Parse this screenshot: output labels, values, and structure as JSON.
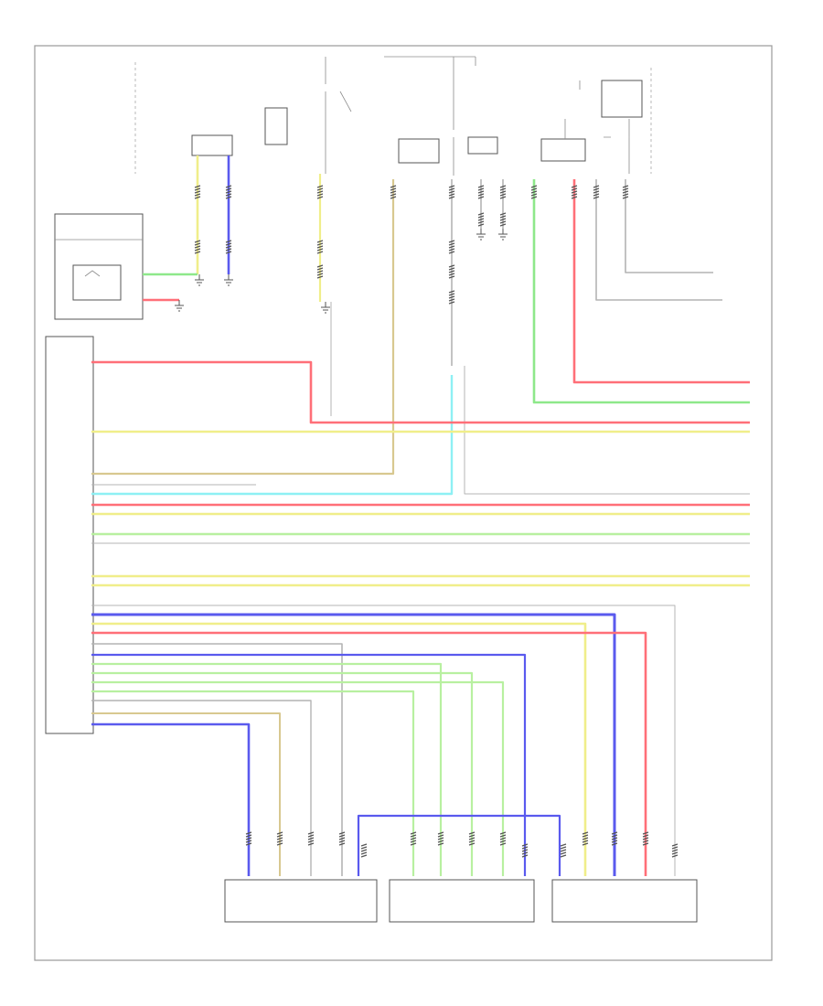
{
  "diagram": {
    "diagram_id": "",
    "hatch_color": "#555555",
    "palette": {
      "red": "#ff6f78",
      "yellow": "#f0ee8a",
      "green": "#8ee88a",
      "lt_green": "#b8f0a0",
      "blue": "#5a5aee",
      "light_blue": "#8ef0f4",
      "tan": "#d8c890",
      "gray": "#b4b4b4",
      "black": "#4a4a4a"
    },
    "main_unit_label": "",
    "main_unit_caption": "",
    "connectors_bottom": [
      {
        "id": "left",
        "caption": ""
      },
      {
        "id": "middle",
        "caption": ""
      },
      {
        "id": "right",
        "caption": ""
      }
    ],
    "left_pins": [
      "",
      "",
      "",
      "",
      "",
      "",
      "",
      "",
      "",
      "",
      "",
      "",
      "",
      "",
      "",
      "",
      "",
      "",
      "",
      "",
      "",
      "",
      "",
      "",
      "",
      "",
      "",
      "",
      "",
      "",
      "",
      "",
      "",
      "",
      "",
      "",
      "",
      "",
      "",
      "",
      "",
      "",
      "",
      "",
      "",
      ""
    ],
    "horizontal_wires": [
      {
        "color": "red",
        "label": ""
      },
      {
        "color": "yellow",
        "label": ""
      },
      {
        "color": "green",
        "label": ""
      },
      {
        "color": "light_blue",
        "label": ""
      },
      {
        "color": "gray",
        "label": ""
      },
      {
        "color": "lt_green",
        "label": ""
      },
      {
        "color": "blue",
        "label": ""
      }
    ]
  }
}
